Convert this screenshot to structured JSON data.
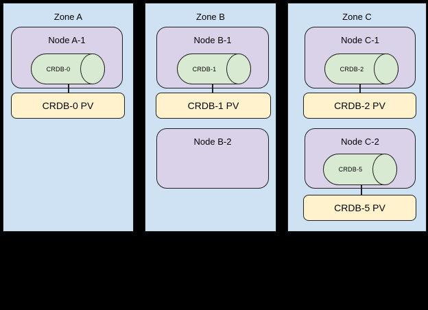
{
  "diagram": {
    "background": "#000000",
    "colors": {
      "zone_fill": "#cfe2f3",
      "node_fill": "#d9d2e9",
      "pod_fill": "#d9ead3",
      "pv_fill": "#fff2cc",
      "stroke": "#1f1f1f"
    },
    "zones": [
      {
        "title": "Zone A",
        "nodes": [
          {
            "title": "Node A-1",
            "pod": "CRDB-0",
            "pv": "CRDB-0 PV"
          }
        ]
      },
      {
        "title": "Zone B",
        "nodes": [
          {
            "title": "Node B-1",
            "pod": "CRDB-1",
            "pv": "CRDB-1 PV"
          },
          {
            "title": "Node B-2"
          }
        ]
      },
      {
        "title": "Zone C",
        "nodes": [
          {
            "title": "Node C-1",
            "pod": "CRDB-2",
            "pv": "CRDB-2 PV"
          },
          {
            "title": "Node C-2",
            "pod": "CRDB-5",
            "pv": "CRDB-5 PV"
          }
        ]
      }
    ]
  }
}
